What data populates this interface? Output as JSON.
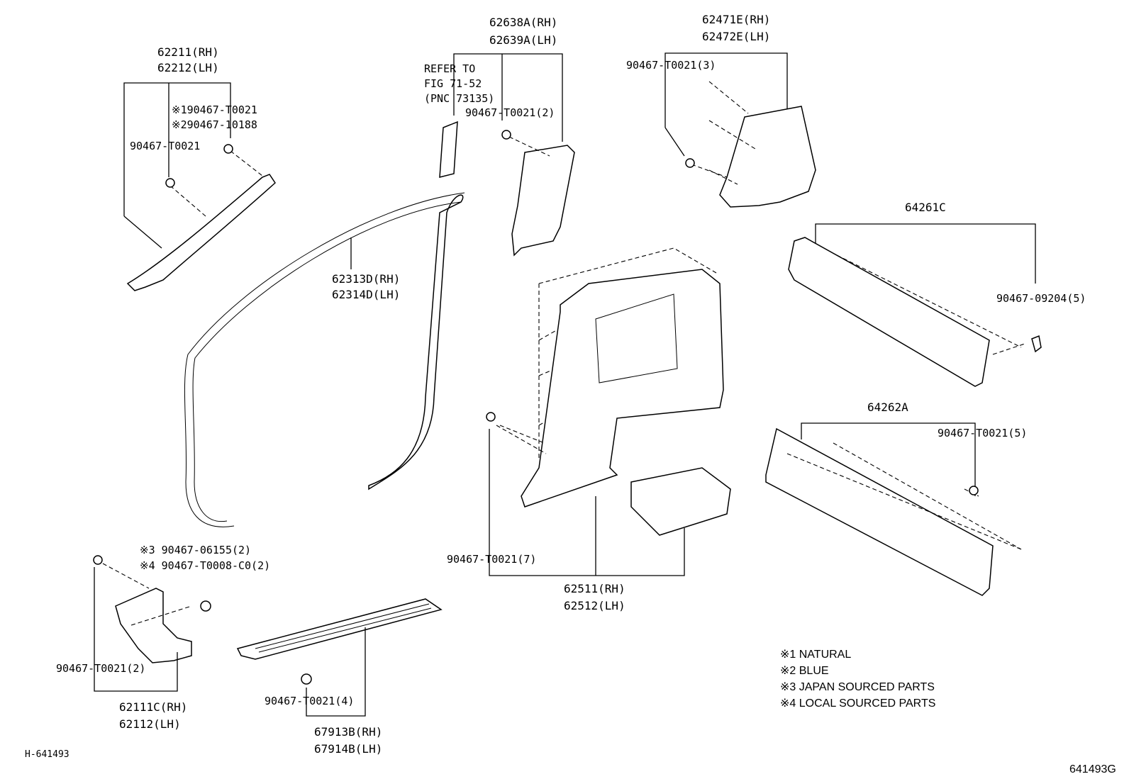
{
  "parts": {
    "a_pillar": {
      "rh": "62211(RH)",
      "lh": "62212(LH)",
      "clip_note1": "※190467-T0021",
      "clip_note2": "※290467-10188",
      "clip": "90467-T0021"
    },
    "weatherstrip": {
      "rh": "62313D(RH)",
      "lh": "62314D(LH)"
    },
    "b_pillar": {
      "rh": "62638A(RH)",
      "lh": "62639A(LH)",
      "refer1": "REFER TO",
      "refer2": "FIG 71-52",
      "refer3": "(PNC 73135)",
      "clip": "90467-T0021(2)"
    },
    "c_pillar": {
      "rh": "62471E(RH)",
      "lh": "62472E(LH)",
      "clip": "90467-T0021(3)"
    },
    "scuff_upper": {
      "part": "64261C",
      "clip": "90467-09204(5)"
    },
    "scuff_lower": {
      "part": "64262A",
      "clip": "90467-T0021(5)"
    },
    "quarter_trim": {
      "rh": "62511(RH)",
      "lh": "62512(LH)",
      "clip": "90467-T0021(7)"
    },
    "cowl_side": {
      "rh": "62111C(RH)",
      "lh": "62112(LH)",
      "clip": "90467-T0021(2)",
      "note3": "※3  90467-06155(2)",
      "note4": "※4  90467-T0008-C0(2)"
    },
    "door_scuff": {
      "rh": "67913B(RH)",
      "lh": "67914B(LH)",
      "clip": "90467-T0021(4)"
    }
  },
  "legend": [
    "※1  NATURAL",
    "※2  BLUE",
    "※3  JAPAN SOURCED PARTS",
    "※4  LOCAL SOURCED PARTS"
  ],
  "footer": {
    "left_code": "H-641493",
    "right_code": "641493G"
  }
}
